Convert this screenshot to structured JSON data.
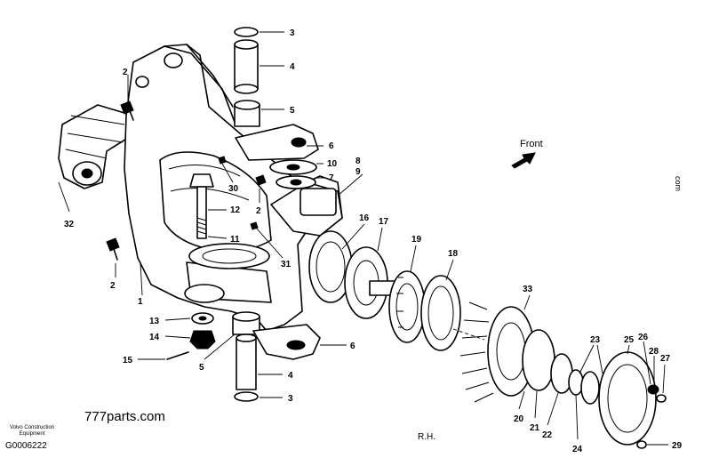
{
  "texts": {
    "watermark": "777parts.com",
    "front": "Front",
    "hand": "R.H.",
    "maker_line1": "Volvo Construction",
    "maker_line2": "Equipment",
    "figure_code": "G0006222",
    "corner": "com"
  },
  "callouts": [
    {
      "id": "c3a",
      "num": "3"
    },
    {
      "id": "c4a",
      "num": "4"
    },
    {
      "id": "c5a",
      "num": "5"
    },
    {
      "id": "c6a",
      "num": "6"
    },
    {
      "id": "c10",
      "num": "10"
    },
    {
      "id": "c7",
      "num": "7"
    },
    {
      "id": "c8",
      "num": "8"
    },
    {
      "id": "c9",
      "num": "9"
    },
    {
      "id": "c2a",
      "num": "2"
    },
    {
      "id": "c30",
      "num": "30"
    },
    {
      "id": "c2b",
      "num": "2"
    },
    {
      "id": "c12",
      "num": "12"
    },
    {
      "id": "c11",
      "num": "11"
    },
    {
      "id": "c16",
      "num": "16"
    },
    {
      "id": "c17",
      "num": "17"
    },
    {
      "id": "c19",
      "num": "19"
    },
    {
      "id": "c18",
      "num": "18"
    },
    {
      "id": "c31",
      "num": "31"
    },
    {
      "id": "c32",
      "num": "32"
    },
    {
      "id": "c2c",
      "num": "2"
    },
    {
      "id": "c1",
      "num": "1"
    },
    {
      "id": "c13",
      "num": "13"
    },
    {
      "id": "c14",
      "num": "14"
    },
    {
      "id": "c15",
      "num": "15"
    },
    {
      "id": "c5b",
      "num": "5"
    },
    {
      "id": "c4b",
      "num": "4"
    },
    {
      "id": "c3b",
      "num": "3"
    },
    {
      "id": "c6b",
      "num": "6"
    },
    {
      "id": "c33",
      "num": "33"
    },
    {
      "id": "c23",
      "num": "23"
    },
    {
      "id": "c25",
      "num": "25"
    },
    {
      "id": "c26",
      "num": "26"
    },
    {
      "id": "c28",
      "num": "28"
    },
    {
      "id": "c27",
      "num": "27"
    },
    {
      "id": "c20",
      "num": "20"
    },
    {
      "id": "c21",
      "num": "21"
    },
    {
      "id": "c22",
      "num": "22"
    },
    {
      "id": "c24",
      "num": "24"
    },
    {
      "id": "c29",
      "num": "29"
    }
  ]
}
